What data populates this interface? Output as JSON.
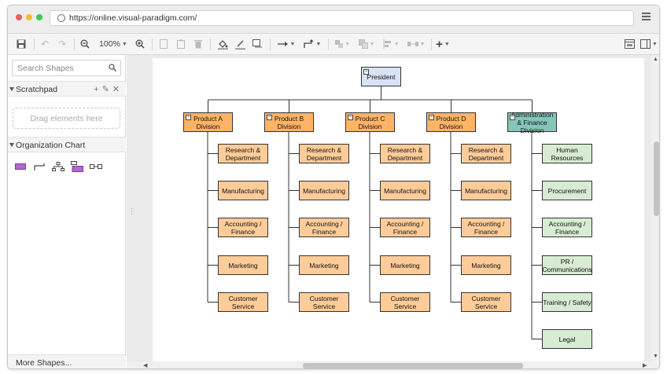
{
  "browser": {
    "url": "https://online.visual-paradigm.com/"
  },
  "toolbar": {
    "zoom": "100%"
  },
  "sidebar": {
    "search_placeholder": "Search Shapes",
    "scratchpad_title": "Scratchpad",
    "dropzone_text": "Drag elements here",
    "org_chart_title": "Organization Chart",
    "more_shapes": "More Shapes..."
  },
  "chart": {
    "president": "President",
    "divisions": [
      {
        "name": "Product A Division",
        "depts": [
          "Research & Department",
          "Manufacturing",
          "Accounting / Finance",
          "Marketing",
          "Customer Service"
        ]
      },
      {
        "name": "Product B Division",
        "depts": [
          "Research & Department",
          "Manufacturing",
          "Accounting / Finance",
          "Marketing",
          "Customer Service"
        ]
      },
      {
        "name": "Product C Division",
        "depts": [
          "Research & Department",
          "Manufacturing",
          "Accounting / Finance",
          "Marketing",
          "Customer Service"
        ]
      },
      {
        "name": "Product D Division",
        "depts": [
          "Research & Department",
          "Manufacturing",
          "Accounting / Finance",
          "Marketing",
          "Customer Service"
        ]
      },
      {
        "name": "Administration & Finance Division",
        "depts": [
          "Human Resources",
          "Procurement",
          "Accounting / Finance",
          "PR / Communications",
          "Training / Safety",
          "Legal"
        ]
      }
    ]
  },
  "colors": {
    "president": "#d9e3f5",
    "division": "#ffb366",
    "admin_division": "#86c6b8",
    "department": "#ffcc99",
    "admin_department": "#d8ecd3"
  }
}
